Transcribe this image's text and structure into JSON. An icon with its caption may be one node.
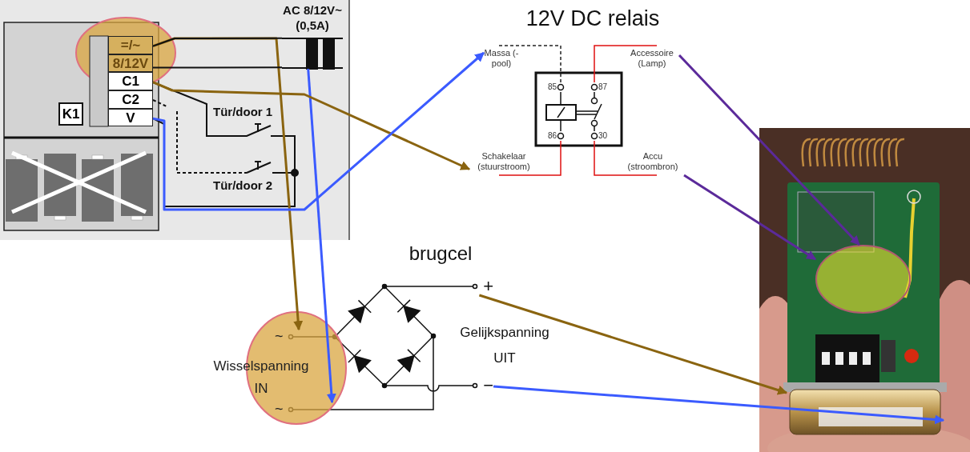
{
  "diagram": {
    "nodes": [
      {
        "text": [
          "=/~"
        ]
      },
      {
        "text": [
          "8/12V"
        ]
      },
      {
        "text": [
          "C1"
        ]
      },
      {
        "text": [
          "C2"
        ]
      },
      {
        "text": [
          "V"
        ]
      },
      {
        "text": [
          "K1"
        ]
      },
      {
        "text": [
          "AC 8/12V~ (0,5A)"
        ]
      },
      {
        "text": [
          "Massa (- pool)"
        ]
      },
      {
        "text": [
          "Accessoire (Lamp)"
        ]
      },
      {
        "text": [
          "Schakelaar (stuurstroom)"
        ]
      },
      {
        "text": [
          "Accu (stroombron)"
        ]
      },
      {
        "text": [
          "~"
        ]
      },
      {
        "text": [
          "~"
        ]
      },
      {
        "text": [
          "+"
        ]
      },
      {
        "text": [
          "−"
        ]
      },
      {
        "text": [],
        "shape": "picture"
      },
      {
        "text": [],
        "shape": "circle",
        "in": 15
      },
      {
        "text": [],
        "shape": "cylinder",
        "in": 15
      }
    ],
    "edges": [
      {
        "from": 0,
        "to": 11,
        "arrow": "to",
        "color": "#8a6410"
      },
      {
        "from": 6,
        "to": 12,
        "arrow": "to",
        "color": "#3b5bff"
      },
      {
        "from": 2,
        "to": 9,
        "arrow": "to",
        "color": "#8a6410"
      },
      {
        "from": 4,
        "to": 7,
        "arrow": "to",
        "color": "#3b5bff"
      },
      {
        "from": 8,
        "to": 16,
        "arrow": "to",
        "color": "#5b2a9a"
      },
      {
        "from": 10,
        "to": 16,
        "arrow": "to",
        "color": "#5b2a9a"
      },
      {
        "from": 13,
        "to": 17,
        "arrow": "to",
        "color": "#8a6410"
      },
      {
        "from": 14,
        "to": 17,
        "arrow": "to",
        "color": "#3b5bff"
      },
      {
        "from": 0,
        "to": 6,
        "arrow": "none",
        "color": "#111111"
      },
      {
        "from": 1,
        "to": 6,
        "arrow": "none",
        "color": "#111111"
      }
    ],
    "labels": [
      "12V DC relais",
      "85",
      "87",
      "Tür/door 1",
      "86",
      "30",
      "Tür/door 2",
      "brugcel",
      "Gelijkspanning UIT",
      "Wisselspanning IN"
    ]
  }
}
